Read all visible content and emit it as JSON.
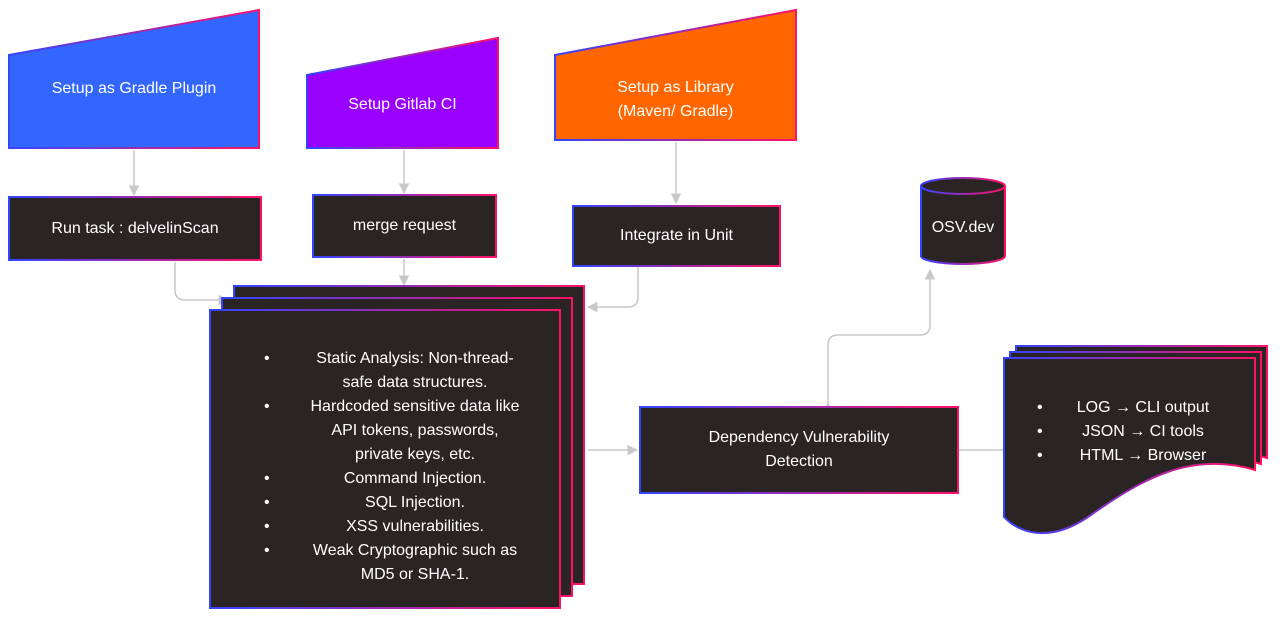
{
  "nodes": {
    "gradle_plugin": {
      "label": "Setup as Gradle Plugin",
      "color": "#3366ff"
    },
    "gitlab_ci": {
      "label": "Setup Gitlab CI",
      "color": "#9900ff"
    },
    "library": {
      "label_lines": [
        "Setup as Library",
        "(Maven/ Gradle)"
      ],
      "color": "#ff6600"
    },
    "run_task": {
      "label": "Run task : delvelinScan"
    },
    "merge_request": {
      "label": "merge request"
    },
    "integrate_unit": {
      "label": "Integrate in Unit"
    },
    "static_analysis": {
      "items": [
        [
          "Static Analysis: Non-thread-",
          "safe data structures."
        ],
        [
          "Hardcoded sensitive data like",
          "API tokens, passwords,",
          "private keys, etc."
        ],
        [
          "Command Injection."
        ],
        [
          "SQL Injection."
        ],
        [
          "XSS vulnerabilities."
        ],
        [
          "Weak Cryptographic such as",
          "MD5 or SHA-1."
        ]
      ]
    },
    "dependency": {
      "label_lines": [
        "Dependency Vulnerability",
        "Detection"
      ]
    },
    "osv": {
      "label": "OSV.dev"
    },
    "outputs": {
      "items": [
        "LOG → CLI output",
        "JSON → CI tools",
        "HTML → Browser"
      ]
    }
  },
  "colors": {
    "node_fill": "#2b2424",
    "edge": "#c8c8c8",
    "border_gradient": [
      "#3344ff",
      "#ff1166"
    ]
  }
}
